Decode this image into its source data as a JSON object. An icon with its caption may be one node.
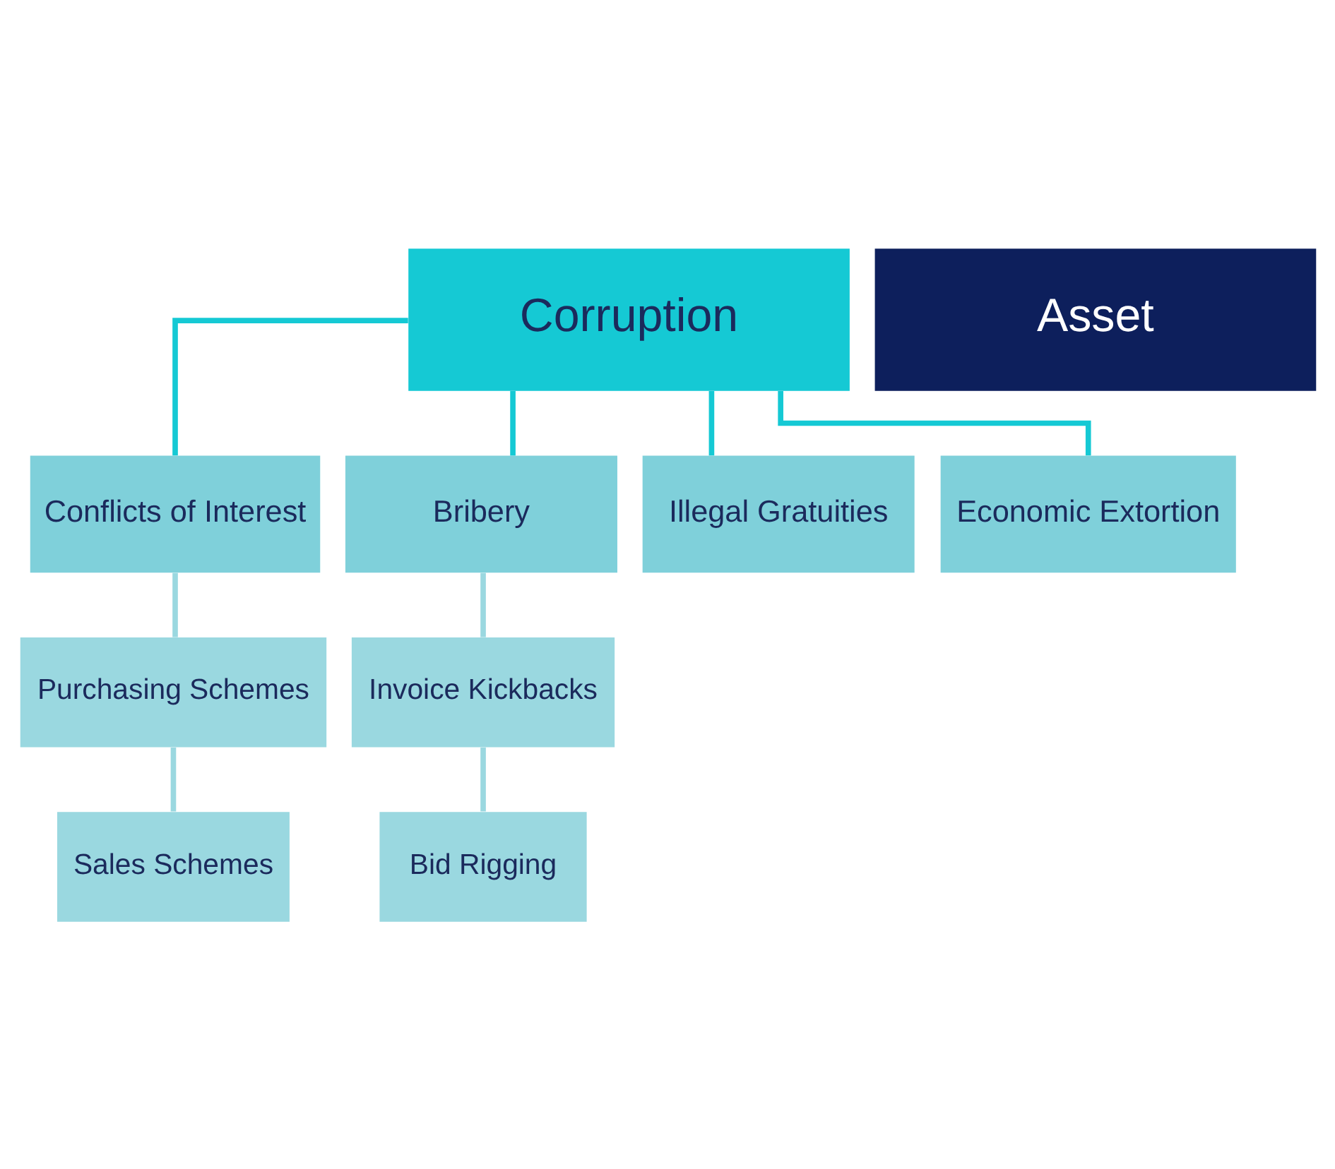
{
  "diagram": {
    "nodes": [
      {
        "text": [
          "Corruption"
        ]
      },
      {
        "text": [
          "Asset"
        ]
      },
      {
        "text": [
          "Conflicts of Interest"
        ]
      },
      {
        "text": [
          "Bribery"
        ]
      },
      {
        "text": [
          "Illegal Gratuities"
        ]
      },
      {
        "text": [
          "Economic Extortion"
        ]
      },
      {
        "text": [
          "Purchasing Schemes"
        ]
      },
      {
        "text": [
          "Sales Schemes"
        ]
      },
      {
        "text": [
          "Invoice Kickbacks"
        ]
      },
      {
        "text": [
          "Bid Rigging"
        ]
      }
    ],
    "edges": [
      {
        "from": 0,
        "to": 2,
        "arrow": "none"
      },
      {
        "from": 0,
        "to": 3,
        "arrow": "none"
      },
      {
        "from": 0,
        "to": 4,
        "arrow": "none"
      },
      {
        "from": 0,
        "to": 5,
        "arrow": "none"
      },
      {
        "from": 2,
        "to": 6,
        "arrow": "none",
        "color": "#9ad8e0"
      },
      {
        "from": 6,
        "to": 7,
        "arrow": "none",
        "color": "#9ad8e0"
      },
      {
        "from": 3,
        "to": 8,
        "arrow": "none",
        "color": "#9ad8e0"
      },
      {
        "from": 8,
        "to": 9,
        "arrow": "none",
        "color": "#9ad8e0"
      }
    ]
  }
}
